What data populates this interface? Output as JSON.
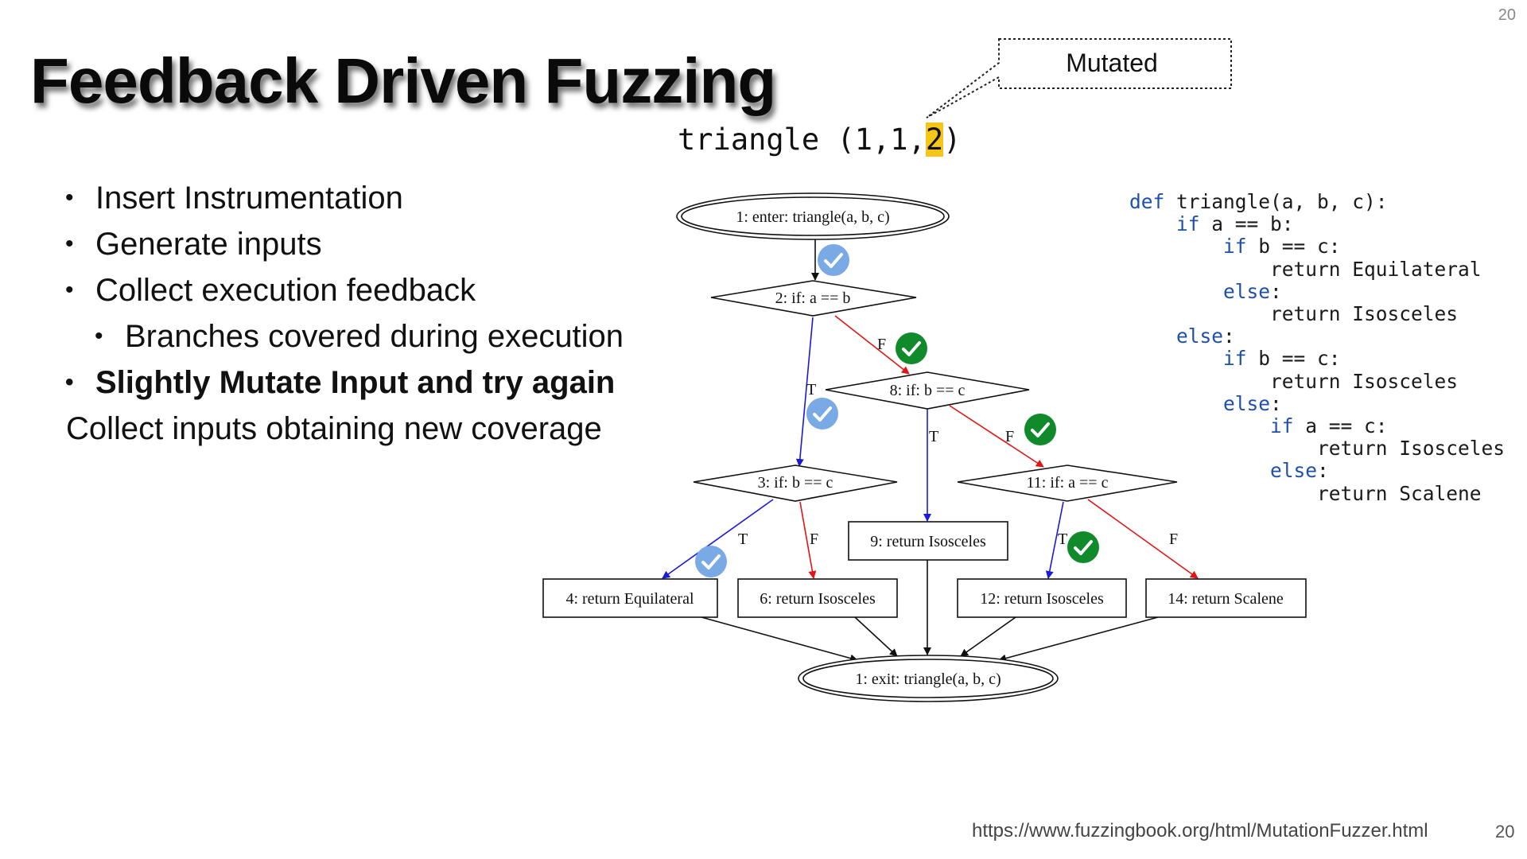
{
  "slide": {
    "number_top": "20",
    "number_bottom": "20",
    "title": "Feedback Driven Fuzzing",
    "bullets": [
      "Insert Instrumentation",
      "Generate inputs",
      "Collect execution feedback",
      "Branches covered during execution",
      "Slightly Mutate Input and try again"
    ],
    "trailing_line": "Collect inputs obtaining new coverage",
    "call": {
      "prefix": "triangle (1,1,",
      "mutated": "2",
      "suffix": ")"
    },
    "callout": "Mutated",
    "code": {
      "lines": [
        "def triangle(a, b, c):",
        "    if a == b:",
        "        if b == c:",
        "            return Equilateral",
        "        else:",
        "            return Isosceles",
        "    else:",
        "        if b == c:",
        "            return Isosceles",
        "        else:",
        "            if a == c:",
        "                return Isosceles",
        "            else:",
        "                return Scalene"
      ]
    },
    "source_url": "https://www.fuzzingbook.org/html/MutationFuzzer.html"
  },
  "cfg": {
    "nodes": {
      "enter": "1: enter: triangle(a, b, c)",
      "n2": "2: if: a == b",
      "n3": "3: if: b == c",
      "n8": "8: if: b == c",
      "n11": "11: if: a == c",
      "n4": "4: return Equilateral",
      "n6": "6: return Isosceles",
      "n9": "9: return Isosceles",
      "n12": "12: return Isosceles",
      "n14": "14: return Scalene",
      "exit": "1: exit: triangle(a, b, c)"
    },
    "edge_labels": {
      "true": "T",
      "false": "F"
    },
    "colors": {
      "true_edge": "#1a1adb",
      "false_edge": "#e01515",
      "flow": "#111111",
      "prev_check": "#7aaae6",
      "new_check": "#118a2b"
    }
  }
}
